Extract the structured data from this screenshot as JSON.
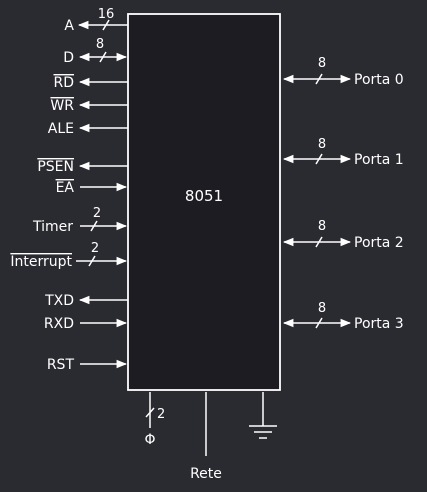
{
  "chip": {
    "name": "8051"
  },
  "left_pins": {
    "a": "A",
    "a_width": "16",
    "d": "D",
    "d_width": "8",
    "rd": "RD",
    "wr": "WR",
    "ale": "ALE",
    "psen": "PSEN",
    "ea": "EA",
    "timer": "Timer",
    "timer_width": "2",
    "interrupt": "Interrupt",
    "interrupt_width": "2",
    "txd": "TXD",
    "rxd": "RXD",
    "rst": "RST"
  },
  "right_ports": [
    {
      "label": "Porta 0",
      "width": "8"
    },
    {
      "label": "Porta 1",
      "width": "8"
    },
    {
      "label": "Porta 2",
      "width": "8"
    },
    {
      "label": "Porta 3",
      "width": "8"
    }
  ],
  "bottom": {
    "clock_width": "2",
    "clock_symbol": "Φ",
    "power": "Rete"
  },
  "colors": {
    "background": "#2a2a31",
    "ink": "#ffffff",
    "chip_fill": "#1c1c22"
  }
}
